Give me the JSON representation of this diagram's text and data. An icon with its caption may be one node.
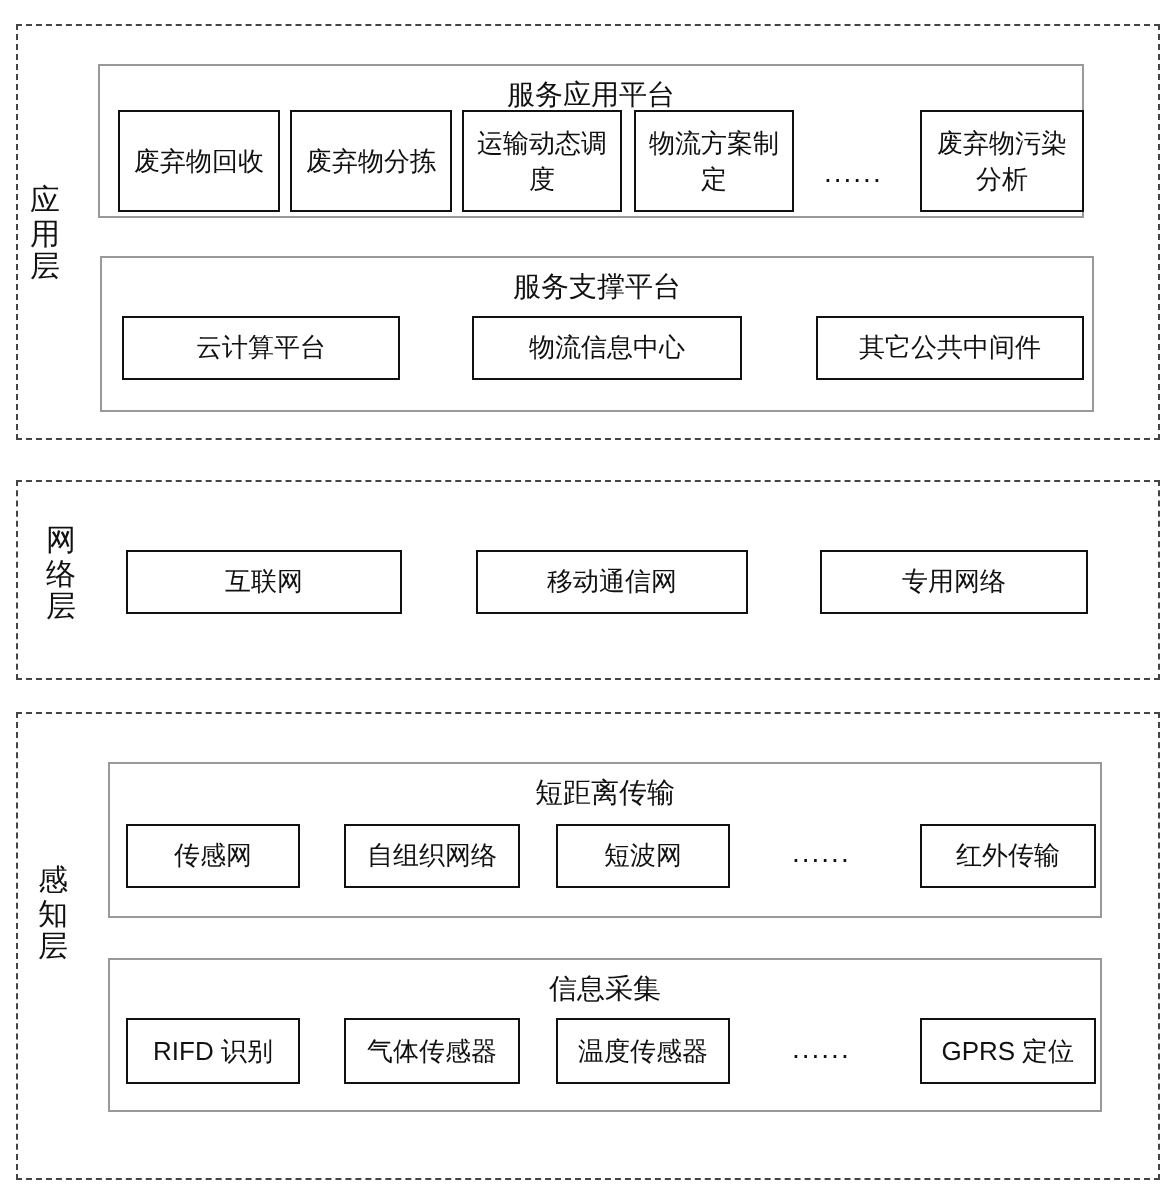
{
  "diagram": {
    "nodes": [
      {
        "text": [
          "应用层"
        ]
      },
      {
        "text": [
          "服务应用平台"
        ],
        "in": 0
      },
      {
        "text": [
          "废弃物回收"
        ],
        "in": 1
      },
      {
        "text": [
          "废弃物分拣"
        ],
        "in": 1
      },
      {
        "text": [
          "运输动态调度"
        ],
        "in": 1
      },
      {
        "text": [
          "物流方案制定"
        ],
        "in": 1
      },
      {
        "text": [
          "废弃物污染分析"
        ],
        "in": 1
      },
      {
        "text": [
          "服务支撑平台"
        ],
        "in": 0
      },
      {
        "text": [
          "云计算平台"
        ],
        "in": 7
      },
      {
        "text": [
          "物流信息中心"
        ],
        "in": 7
      },
      {
        "text": [
          "其它公共中间件"
        ],
        "in": 7
      },
      {
        "text": [
          "网络层"
        ]
      },
      {
        "text": [
          "互联网"
        ],
        "in": 11
      },
      {
        "text": [
          "移动通信网"
        ],
        "in": 11
      },
      {
        "text": [
          "专用网络"
        ],
        "in": 11
      },
      {
        "text": [
          "感知层"
        ]
      },
      {
        "text": [
          "短距离传输"
        ],
        "in": 15
      },
      {
        "text": [
          "传感网"
        ],
        "in": 16
      },
      {
        "text": [
          "自组织网络"
        ],
        "in": 16
      },
      {
        "text": [
          "短波网"
        ],
        "in": 16
      },
      {
        "text": [
          "红外传输"
        ],
        "in": 16
      },
      {
        "text": [
          "信息采集"
        ],
        "in": 15
      },
      {
        "text": [
          "RIFD 识别"
        ],
        "in": 21
      },
      {
        "text": [
          "气体传感器"
        ],
        "in": 21
      },
      {
        "text": [
          "温度传感器"
        ],
        "in": 21
      },
      {
        "text": [
          "GPRS 定位"
        ],
        "in": 21
      }
    ],
    "labels": [
      "......",
      "......",
      "......"
    ]
  }
}
